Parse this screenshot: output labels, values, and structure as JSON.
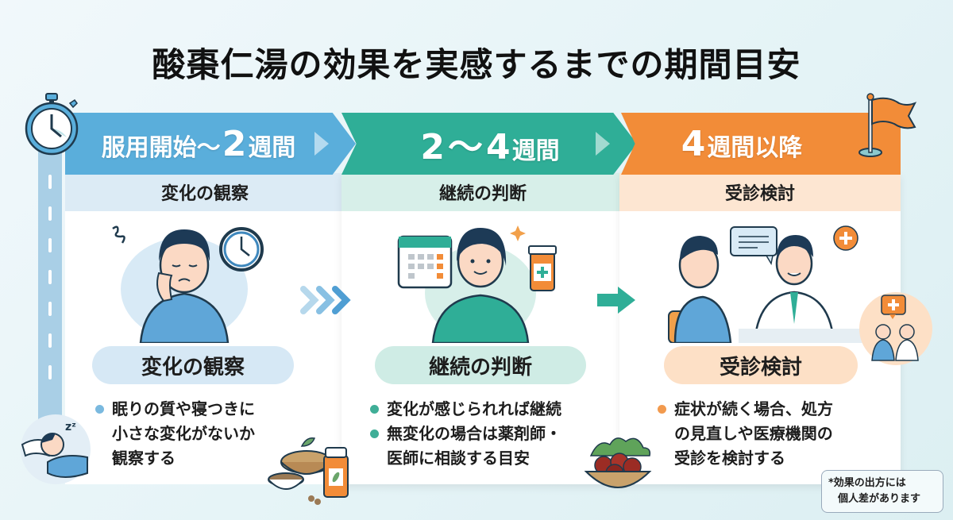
{
  "title": "酸棗仁湯の効果を実感するまでの期間目安",
  "stages": [
    {
      "banner": {
        "prefix": "服用開始〜",
        "number": "2",
        "suffix": "週間"
      },
      "subtitle": "変化の観察",
      "pill": "変化の観察",
      "bullets": [
        {
          "lines": [
            "眠りの質や寝つきに",
            "小さな変化がないか",
            "観察する"
          ]
        }
      ],
      "color": "#5aaedb",
      "illustration": "tired-person-with-clock"
    },
    {
      "banner": {
        "prefix": "2",
        "tilde": "〜",
        "number": "4",
        "suffix": "週間"
      },
      "subtitle": "継続の判断",
      "pill": "継続の判断",
      "bullets": [
        {
          "lines": [
            "変化が感じられれば継続"
          ]
        },
        {
          "lines": [
            "無変化の場合は薬剤師・",
            "医師に相談する目安"
          ]
        }
      ],
      "color": "#2fae97",
      "illustration": "woman-with-calendar-and-medicine"
    },
    {
      "banner": {
        "number": "4",
        "suffix": "週間以降"
      },
      "subtitle": "受診検討",
      "pill": "受診検討",
      "bullets": [
        {
          "lines": [
            "症状が続く場合、処方",
            "の見直しや医療機関の",
            "受診を検討する"
          ]
        }
      ],
      "color": "#f28c38",
      "illustration": "doctor-consultation"
    }
  ],
  "note": {
    "line1": "*効果の出方には",
    "line2": "個人差があります"
  },
  "icons": [
    "stopwatch-icon",
    "flag-icon",
    "chevrons-icon",
    "arrow-right-icon",
    "sleeping-person-icon",
    "herbal-medicine-icon",
    "jujube-bowl-icon",
    "medical-consult-icon"
  ]
}
